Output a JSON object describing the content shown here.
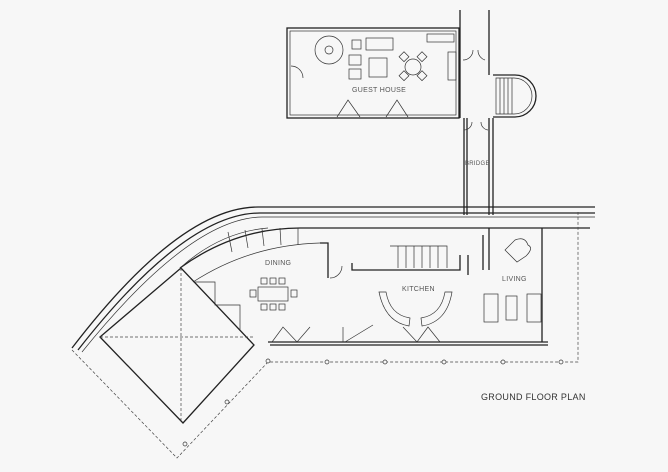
{
  "drawing": {
    "title": "GROUND FLOOR PLAN",
    "rooms": {
      "guest_house": "GUEST HOUSE",
      "bridge": "BRIDGE",
      "dining": "DINING",
      "kitchen": "KITCHEN",
      "living": "LIVING"
    },
    "line_color": "#222222",
    "background": "#f7f7f7"
  }
}
